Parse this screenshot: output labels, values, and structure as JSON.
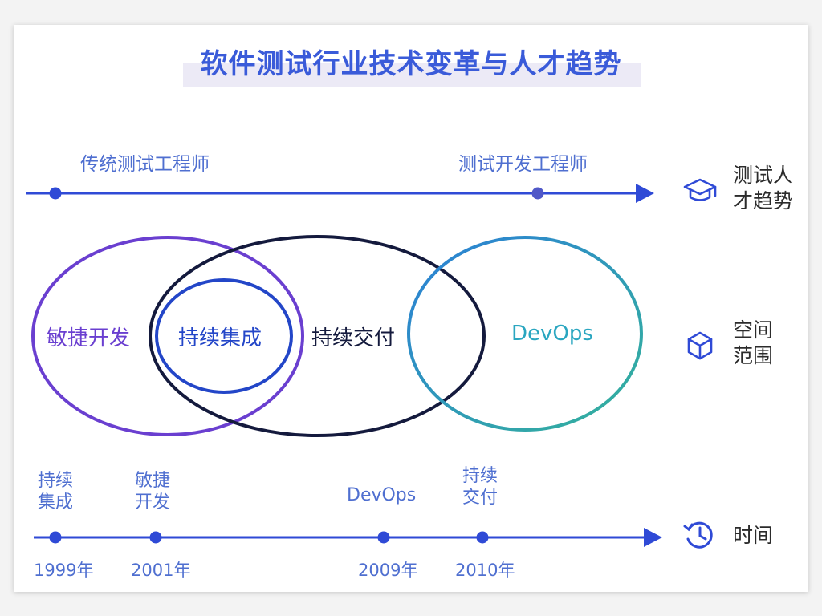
{
  "title": "软件测试行业技术变革与人才趋势",
  "roles": {
    "left": "传统测试工程师",
    "right": "测试开发工程师"
  },
  "dimensions": {
    "talent_line1": "测试人",
    "talent_line2": "才趋势",
    "scope_line1": "空间",
    "scope_line2": "范围",
    "time": "时间"
  },
  "venn": {
    "agile": "敏捷开发",
    "ci": "持续集成",
    "cd": "持续交付",
    "devops": "DevOps"
  },
  "timeline_events": [
    {
      "line1": "持续",
      "line2": "集成",
      "year": "1999年"
    },
    {
      "line1": "敏捷",
      "line2": "开发",
      "year": "2001年"
    },
    {
      "line1": "DevOps",
      "line2": "",
      "year": "2009年"
    },
    {
      "line1": "持续",
      "line2": "交付",
      "year": "2010年"
    }
  ],
  "icons": {
    "talent": "graduation-cap-icon",
    "scope": "cube-icon",
    "time": "history-clock-icon"
  },
  "colors": {
    "axis": "#2f4ad6",
    "title": "#3a5bd9",
    "agile_ring": "#6a3fd0",
    "ci_ring": "#2346c8",
    "cd_ring": "#141a3d",
    "devops_ring": "#2aa6c0"
  }
}
